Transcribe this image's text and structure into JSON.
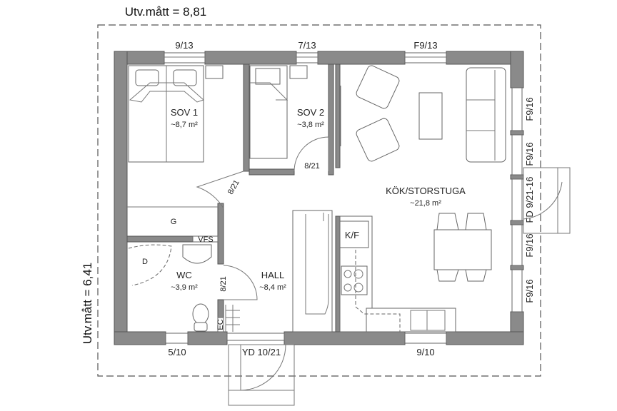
{
  "dimensions": {
    "width_label": "Utv.mått = 8,81",
    "height_label": "Utv.mått = 6,41"
  },
  "rooms": {
    "sov1": {
      "name": "SOV 1",
      "area": "~8,7 m²"
    },
    "sov2": {
      "name": "SOV 2",
      "area": "~3,8 m²"
    },
    "kok": {
      "name": "KÖK/STORSTUGA",
      "area": "~21,8 m²"
    },
    "wc": {
      "name": "WC",
      "area": "~3,9 m²"
    },
    "hall": {
      "name": "HALL",
      "area": "~8,4 m²"
    },
    "g": {
      "name": "G"
    },
    "d": {
      "name": "D"
    }
  },
  "fixtures": {
    "kf": "K/F",
    "vfs": "VFS",
    "ec": "EC"
  },
  "openings": {
    "top": [
      "9/13",
      "7/13",
      "F9/13"
    ],
    "right": [
      "F9/16",
      "F9/16",
      "FD 9/21-16",
      "F9/16",
      "F9/16"
    ],
    "bottom": [
      "5/10",
      "YD 10/21",
      "9/10"
    ],
    "interior_doors": [
      "8/21",
      "8/21",
      "8/21"
    ]
  }
}
